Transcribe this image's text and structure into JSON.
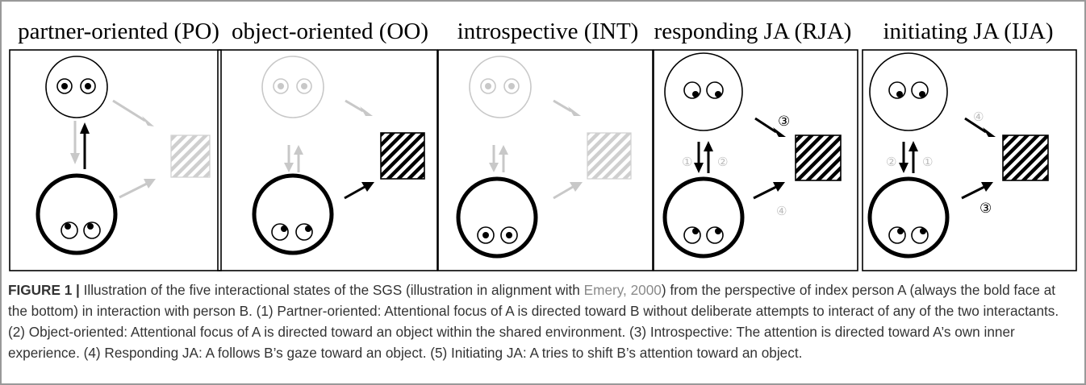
{
  "panels": [
    {
      "title": "partner-oriented (PO)",
      "top_face": "black",
      "arrows": "po",
      "labels": []
    },
    {
      "title": "object-oriented (OO)",
      "top_face": "gray",
      "arrows": "oo",
      "labels": []
    },
    {
      "title": "introspective (INT)",
      "top_face": "gray",
      "arrows": "int",
      "labels": []
    },
    {
      "title": "responding JA (RJA)",
      "top_face": "black",
      "arrows": "ja",
      "labels": [
        "③",
        "①",
        "②",
        "④"
      ]
    },
    {
      "title": "initiating JA (IJA)",
      "top_face": "black",
      "arrows": "ja2",
      "labels": [
        "④",
        "②",
        "①",
        "③"
      ]
    }
  ],
  "caption": {
    "label": "FIGURE 1 |",
    "text_1": " Illustration of the five interactional states of the SGS (illustration in alignment with ",
    "citation": "Emery, 2000",
    "text_2": ") from the perspective of index person A (always the bold face at the bottom) in interaction with person B. (1) Partner-oriented: Attentional focus of A is directed toward B without deliberate attempts to interact of any of the two interactants. (2) Object-oriented: Attentional focus of A is directed toward an object within the shared environment. (3) Introspective: The attention is directed toward A’s own inner experience. (4) Responding JA: A follows B’s gaze toward an object. (5) Initiating JA: A tries to shift B’s attention toward an object."
  },
  "colors": {
    "active": "#000000",
    "inactive": "#c8c8c8",
    "label_inactive": "#bdbdbd",
    "citation": "#8a8a8a",
    "frame": "#999999"
  }
}
